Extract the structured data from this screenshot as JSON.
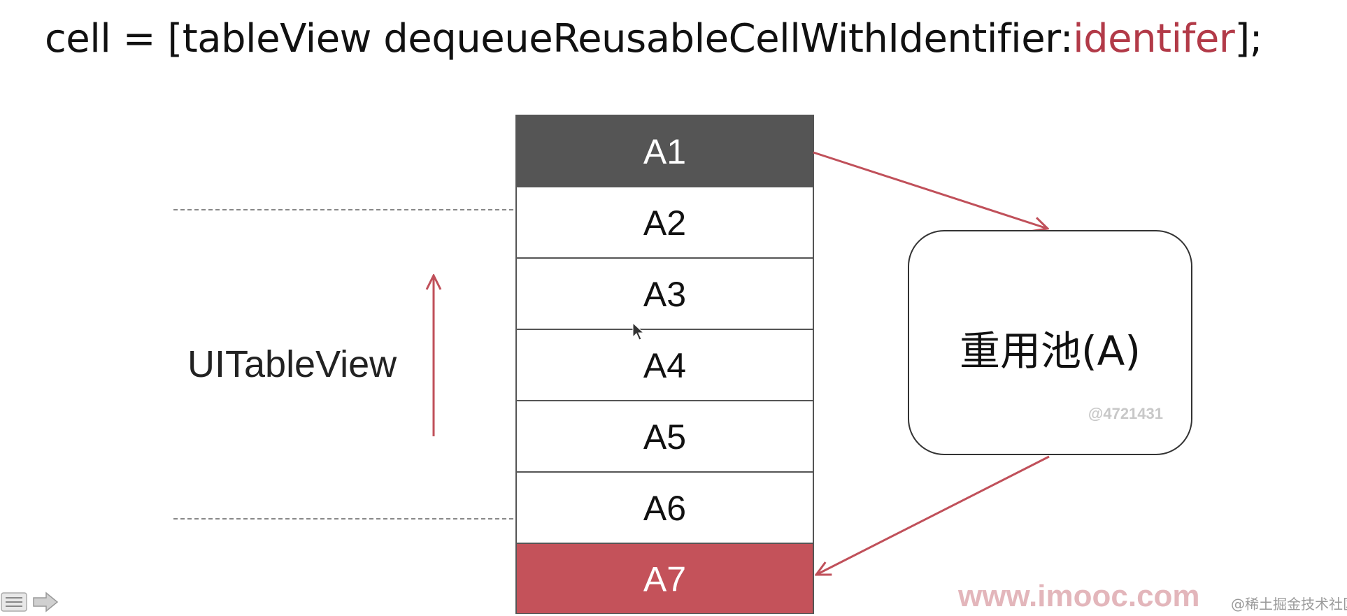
{
  "code": {
    "prefix": "cell = [tableView dequeueReusableCellWithIdentifier:",
    "argument": "identifer",
    "suffix": "];"
  },
  "table": {
    "label": "UITableView",
    "cells": [
      {
        "label": "A1",
        "state": "leaving"
      },
      {
        "label": "A2",
        "state": "visible"
      },
      {
        "label": "A3",
        "state": "visible"
      },
      {
        "label": "A4",
        "state": "visible"
      },
      {
        "label": "A5",
        "state": "visible"
      },
      {
        "label": "A6",
        "state": "visible"
      },
      {
        "label": "A7",
        "state": "entering"
      }
    ],
    "scroll_direction": "up"
  },
  "pool": {
    "label": "重用池(A)",
    "watermark": "@4721431"
  },
  "watermarks": {
    "site": "www.imooc.com",
    "community": "@稀土掘金技术社区"
  },
  "colors": {
    "leaving_cell": "#555555",
    "entering_cell": "#c4525a",
    "visible_cell": "#ffffff",
    "arrow": "#c0505a",
    "code_argument": "#b23a48",
    "dashed_line": "#888888"
  },
  "icons": {
    "slide_menu": "menu-lines-icon",
    "slide_next": "arrow-right-icon"
  }
}
